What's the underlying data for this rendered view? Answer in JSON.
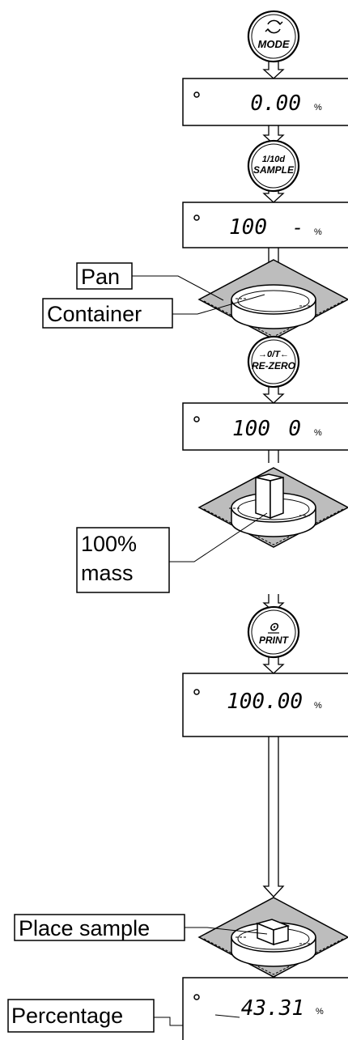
{
  "keys": {
    "mode": "MODE",
    "sample_top": "1/10d",
    "sample": "SAMPLE",
    "rezero_top": "→0/T←",
    "rezero": "RE-ZERO",
    "print_symbol": "⊙",
    "print": "PRINT"
  },
  "displays": {
    "d1": "0.00",
    "d2": "100",
    "d2_dash": "-",
    "d3a": "100",
    "d3b": "0",
    "d4": "100.00",
    "d5": "43.31",
    "unit": "%"
  },
  "labels": {
    "pan": "Pan",
    "container": "Container",
    "mass_1": "100%",
    "mass_2": "mass",
    "place_sample": "Place sample",
    "percentage": "Percentage"
  }
}
